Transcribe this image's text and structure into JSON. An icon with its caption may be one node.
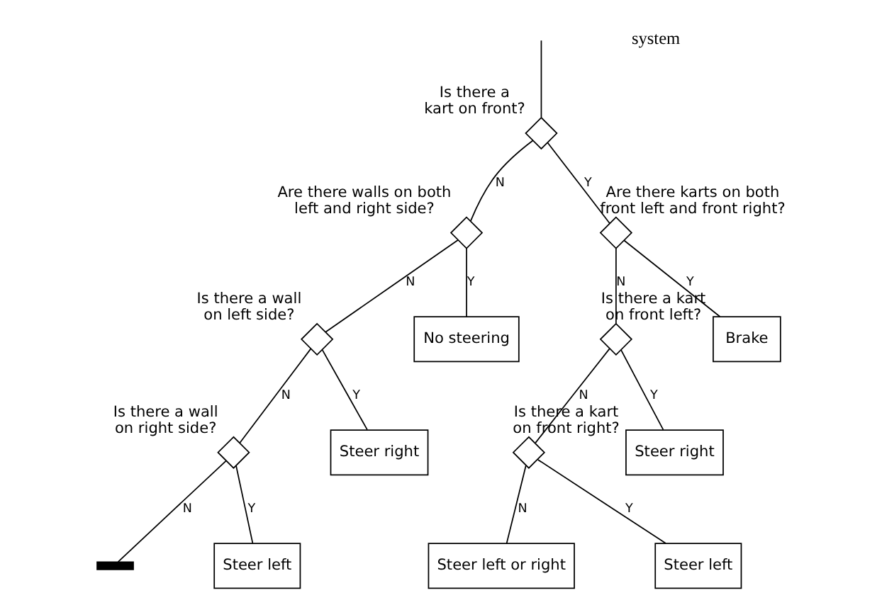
{
  "diagram": {
    "nodes": [
      {
        "text": [],
        "shape": "diamond",
        "beside": [
          "Is there a kart on front?"
        ]
      },
      {
        "text": [],
        "shape": "diamond",
        "beside": [
          "Are there walls on both left and right side?"
        ]
      },
      {
        "text": [
          "No steering"
        ]
      },
      {
        "text": [],
        "shape": "diamond",
        "beside": [
          "Is there a wall on left side?"
        ]
      },
      {
        "text": [
          "Steer right"
        ]
      },
      {
        "text": [],
        "shape": "diamond",
        "beside": [
          "Is there a wall on right side?"
        ]
      },
      {
        "text": [
          "Steer left"
        ]
      },
      {
        "text": [],
        "shape": "bar"
      },
      {
        "text": [],
        "shape": "diamond",
        "beside": [
          "Are there karts on both front left and front right?"
        ]
      },
      {
        "text": [
          "Brake"
        ]
      },
      {
        "text": [],
        "shape": "diamond",
        "beside": [
          "Is there a kart on front left?"
        ]
      },
      {
        "text": [
          "Steer right"
        ]
      },
      {
        "text": [],
        "shape": "diamond",
        "beside": [
          "Is there a kart on front right?"
        ]
      },
      {
        "text": [
          "Steer left or right"
        ]
      },
      {
        "text": [
          "Steer left"
        ]
      }
    ],
    "edges": [
      {
        "from": null,
        "to": 0,
        "arrow": "none"
      },
      {
        "from": 0,
        "to": 1,
        "arrow": "none",
        "label": "N"
      },
      {
        "from": 0,
        "to": 8,
        "arrow": "none",
        "label": "Y"
      },
      {
        "from": 1,
        "to": 3,
        "arrow": "none",
        "label": "N"
      },
      {
        "from": 1,
        "to": 2,
        "arrow": "none",
        "label": "Y"
      },
      {
        "from": 3,
        "to": 5,
        "arrow": "none",
        "label": "N"
      },
      {
        "from": 3,
        "to": 4,
        "arrow": "none",
        "label": "Y"
      },
      {
        "from": 5,
        "to": 7,
        "arrow": "none",
        "label": "N"
      },
      {
        "from": 5,
        "to": 6,
        "arrow": "none",
        "label": "Y"
      },
      {
        "from": 8,
        "to": 10,
        "arrow": "none",
        "label": "N"
      },
      {
        "from": 8,
        "to": 9,
        "arrow": "none",
        "label": "Y"
      },
      {
        "from": 10,
        "to": 12,
        "arrow": "none",
        "label": "N"
      },
      {
        "from": 10,
        "to": 11,
        "arrow": "none",
        "label": "Y"
      },
      {
        "from": 12,
        "to": 13,
        "arrow": "none",
        "label": "N"
      },
      {
        "from": 12,
        "to": 14,
        "arrow": "none",
        "label": "Y"
      }
    ],
    "labels": [
      "system"
    ]
  }
}
